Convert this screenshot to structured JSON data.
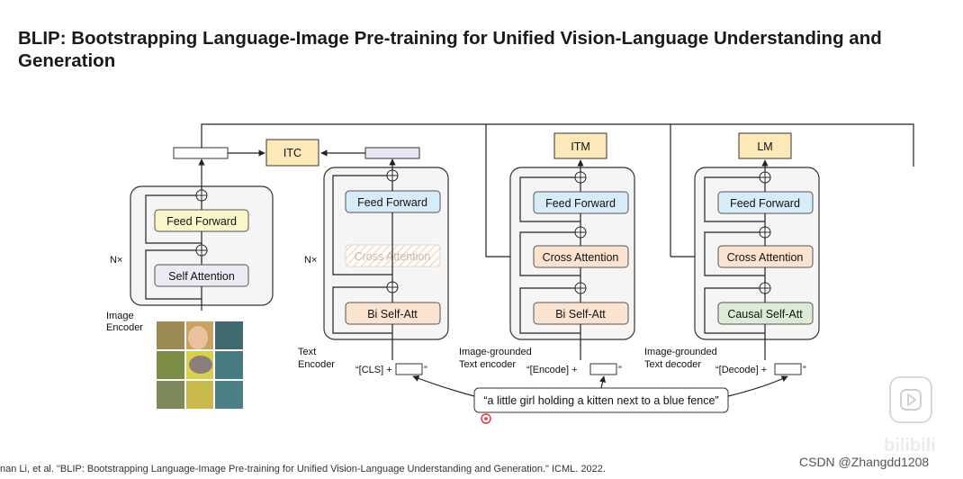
{
  "title": "BLIP: Bootstrapping Language-Image Pre-training for Unified Vision-Language Understanding and Generation",
  "diagram": {
    "itc": "ITC",
    "itm": "ITM",
    "lm": "LM",
    "n_times": "N×",
    "image_encoder": {
      "label_line1": "Image",
      "label_line2": "Encoder",
      "feed_forward": "Feed Forward",
      "self_attention": "Self Attention"
    },
    "text_encoder": {
      "label_line1": "Text",
      "label_line2": "Encoder",
      "feed_forward": "Feed Forward",
      "cross_attention": "Cross Attention",
      "bi_self_att": "Bi Self-Att",
      "input": "“[CLS] +",
      "input_close": "”"
    },
    "grounded_encoder": {
      "label_line1": "Image-grounded",
      "label_line2": "Text encoder",
      "feed_forward": "Feed Forward",
      "cross_attention": "Cross Attention",
      "bi_self_att": "Bi Self-Att",
      "input": "“[Encode] +",
      "input_close": "”"
    },
    "grounded_decoder": {
      "label_line1": "Image-grounded",
      "label_line2": "Text decoder",
      "feed_forward": "Feed Forward",
      "cross_attention": "Cross Attention",
      "causal_self_att": "Causal Self-Att",
      "input": "“[Decode] +",
      "input_close": "”"
    },
    "caption": "“a little girl holding a kitten next to a blue fence”"
  },
  "citation": "nan Li, et al. \"BLIP: Bootstrapping Language-Image Pre-training for Unified Vision-Language Understanding and Generation.\" ICML. 2022.",
  "watermark": "CSDN @Zhangdd1208",
  "colors": {
    "feed_forward_blue": "#d6ecf8",
    "feed_forward_yellow": "#fbf7c9",
    "attention_orange": "#fbe3cf",
    "causal_green": "#dcebd5",
    "head_yellow": "#fde9b8",
    "panel_bg": "#f5f5f5"
  }
}
